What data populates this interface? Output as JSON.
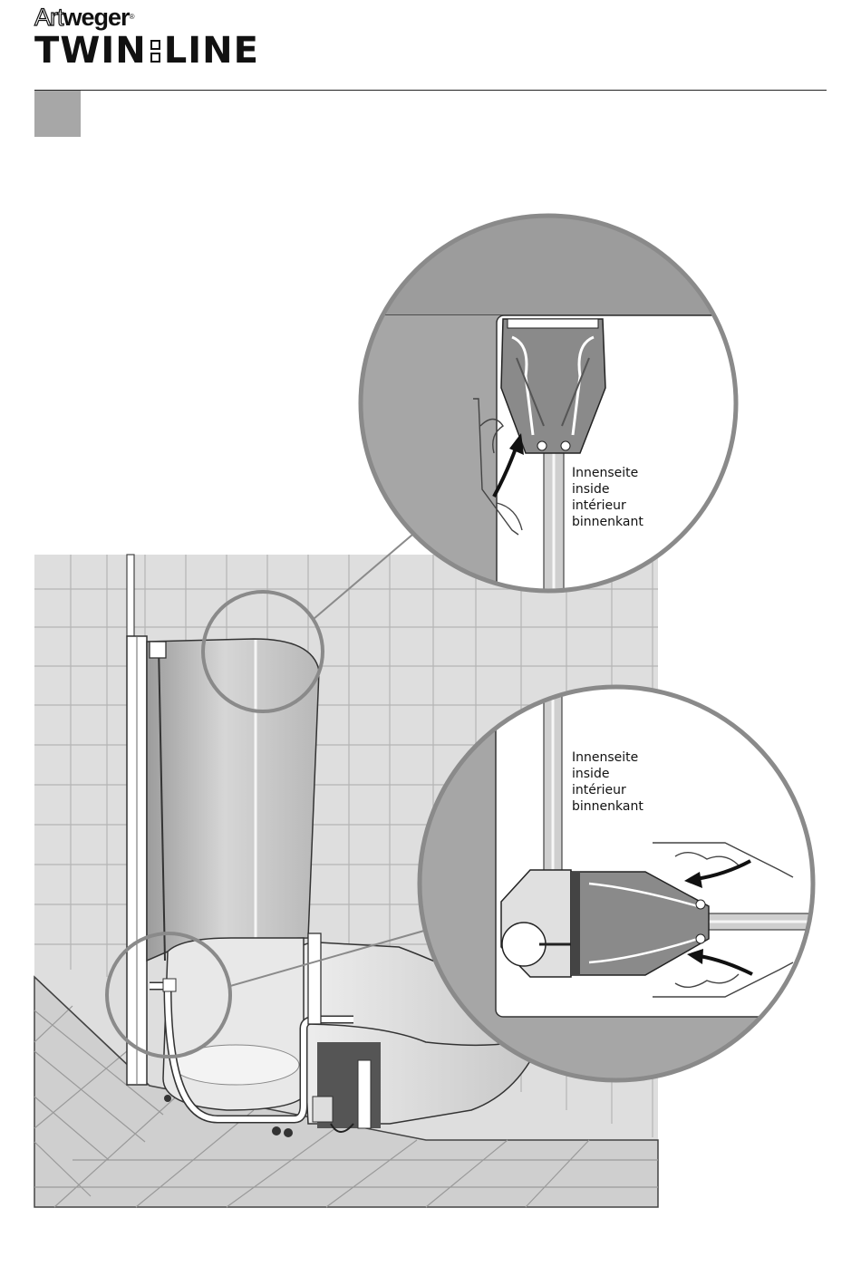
{
  "header": {
    "brand_prefix": "Art",
    "brand_suffix": "weger",
    "registered": "®",
    "product_left": "TWIN",
    "product_right": "LINE"
  },
  "callout_top": {
    "lines": [
      "Innenseite",
      "inside",
      "intérieur",
      "binnenkant"
    ]
  },
  "callout_bottom": {
    "lines": [
      "Innenseite",
      "inside",
      "intérieur",
      "binnenkant"
    ]
  },
  "colors": {
    "marker_box": "#a7a7a7",
    "wall_tile": "#dcdcdc",
    "floor_tile": "#d2d2d2",
    "glass": "#c8c8c8",
    "ceiling": "#9a9a9a"
  }
}
